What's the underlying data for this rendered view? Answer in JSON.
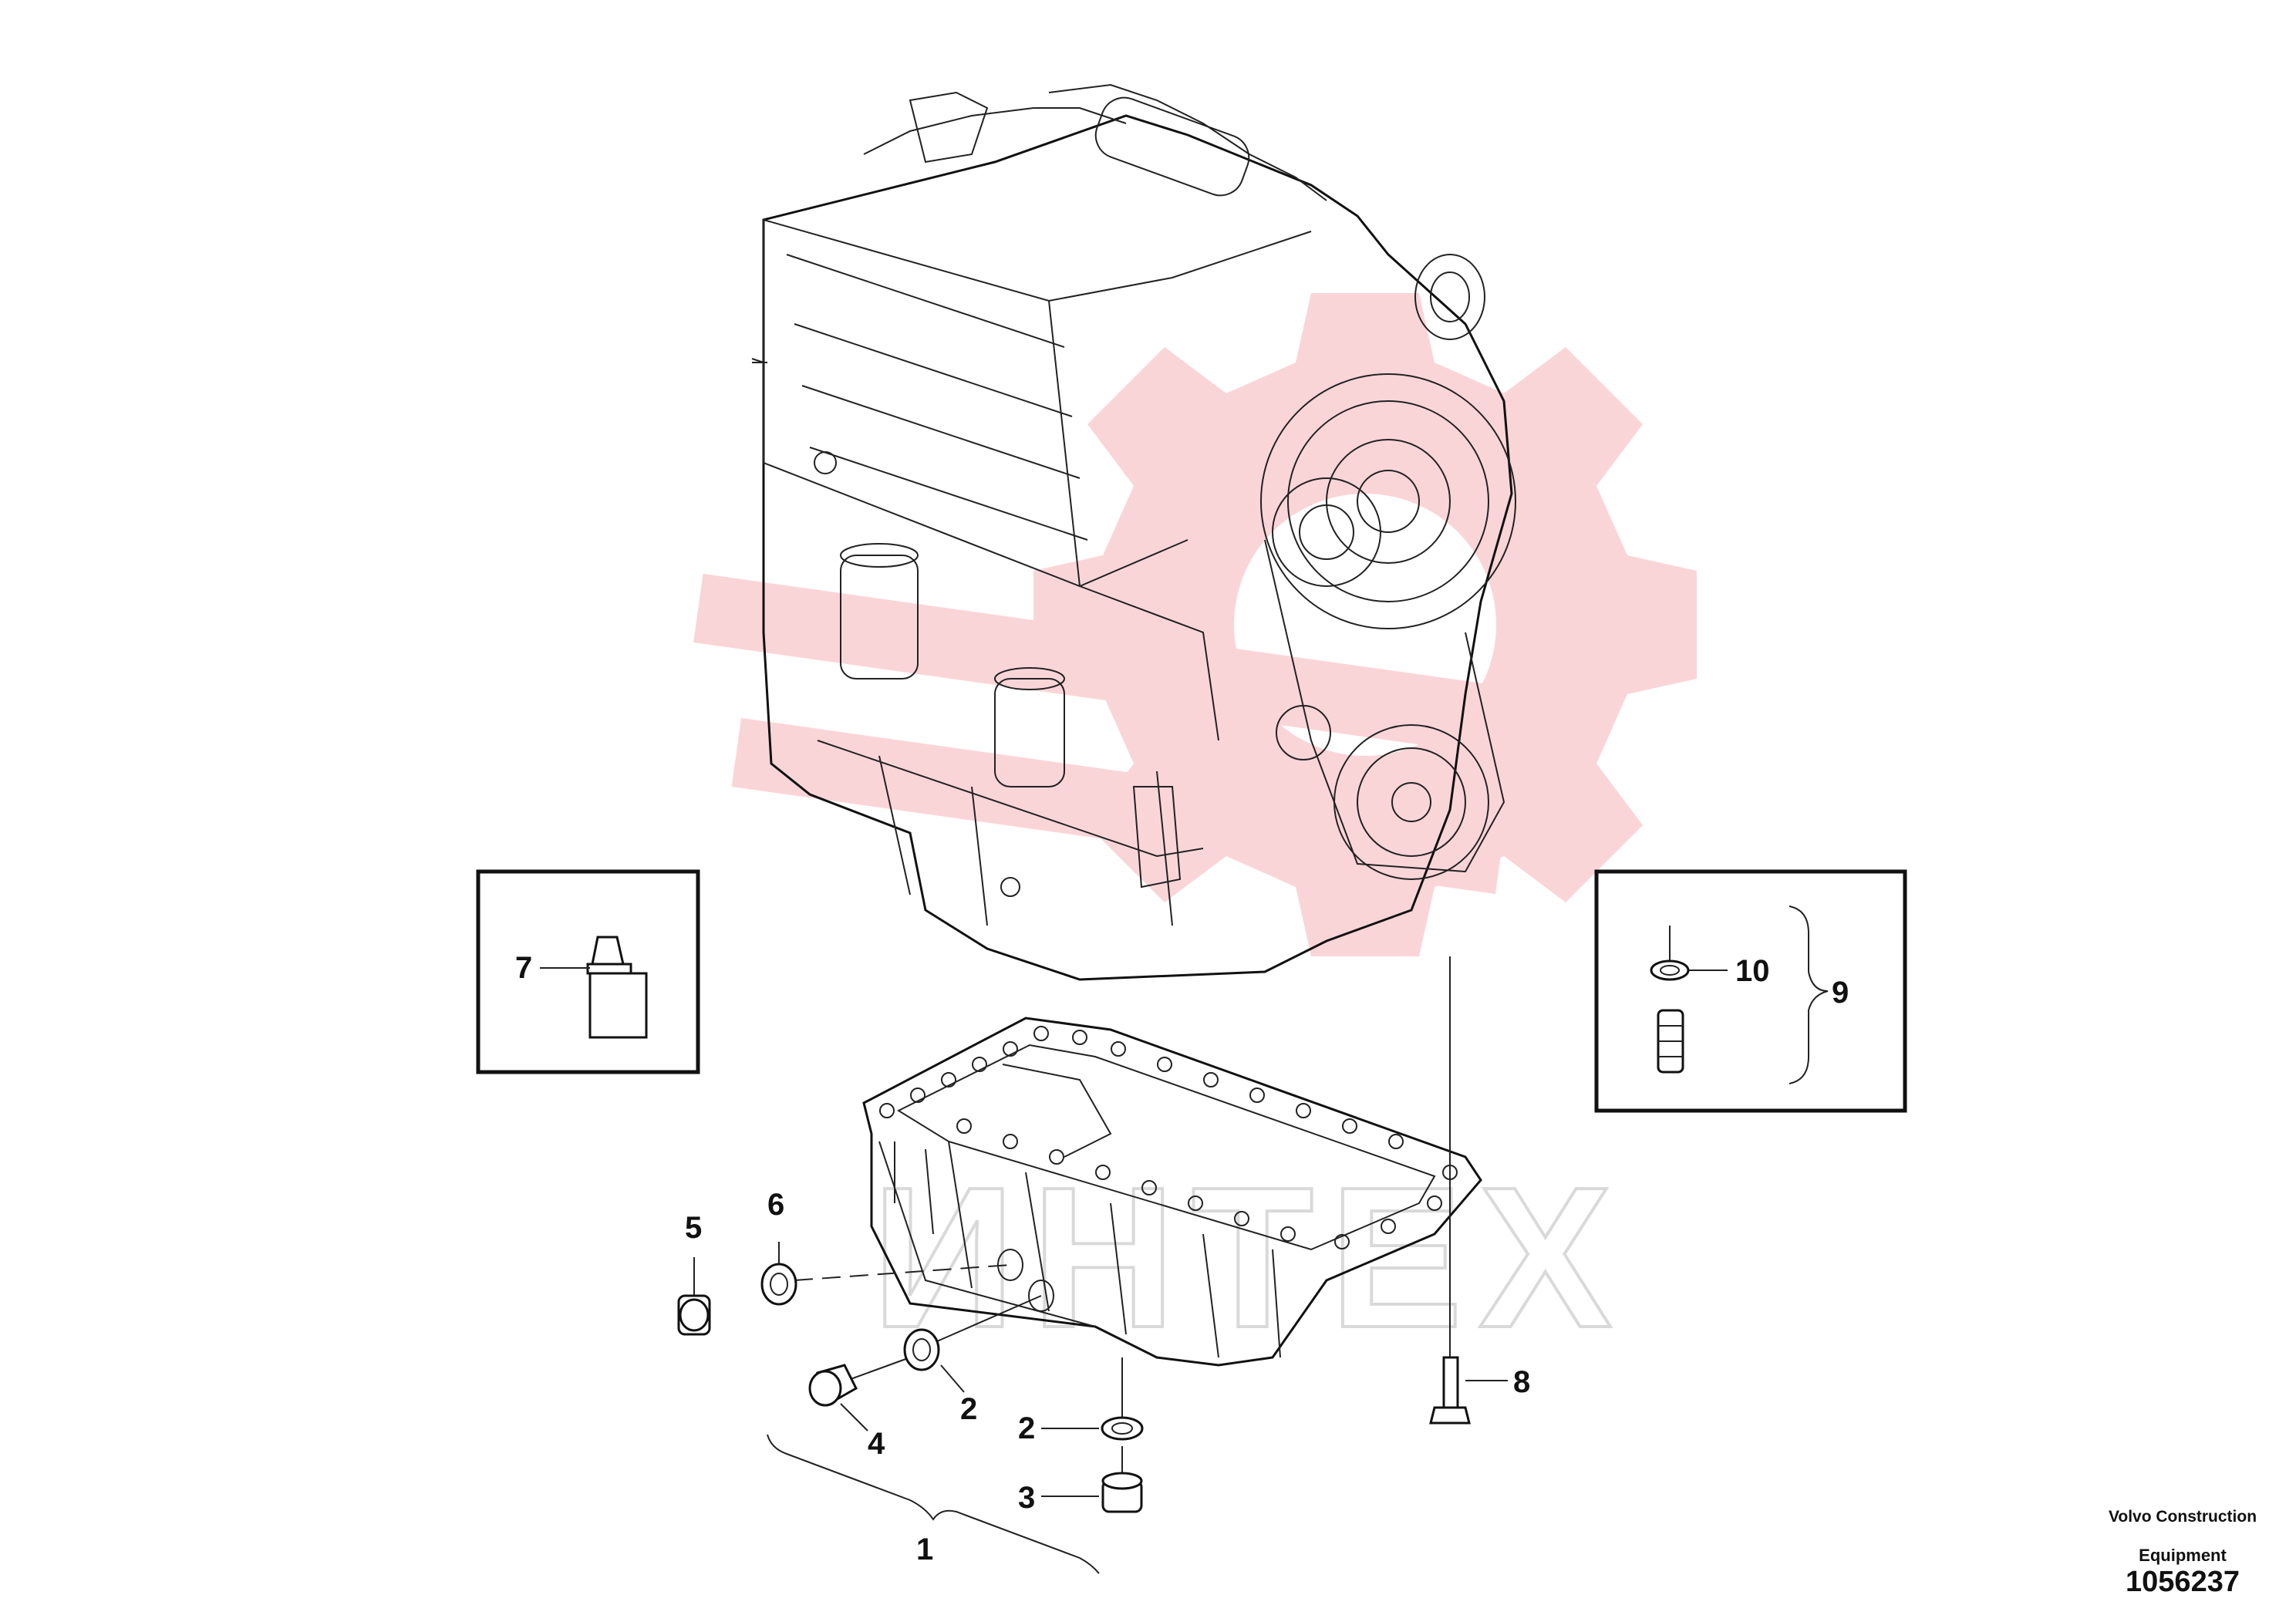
{
  "watermark": {
    "text": "ИНТЕХ",
    "color": "#f6b3b8"
  },
  "callouts": {
    "c1": "1",
    "c2a": "2",
    "c2b": "2",
    "c3": "3",
    "c4": "4",
    "c5": "5",
    "c6": "6",
    "c7": "7",
    "c8": "8",
    "c9": "9",
    "c10": "10"
  },
  "caption": {
    "line1": "Volvo Construction",
    "line2": "Equipment",
    "number": "1056237"
  },
  "colors": {
    "line": "#111111",
    "watermark": "#f6b3b8",
    "background": "#ffffff"
  }
}
